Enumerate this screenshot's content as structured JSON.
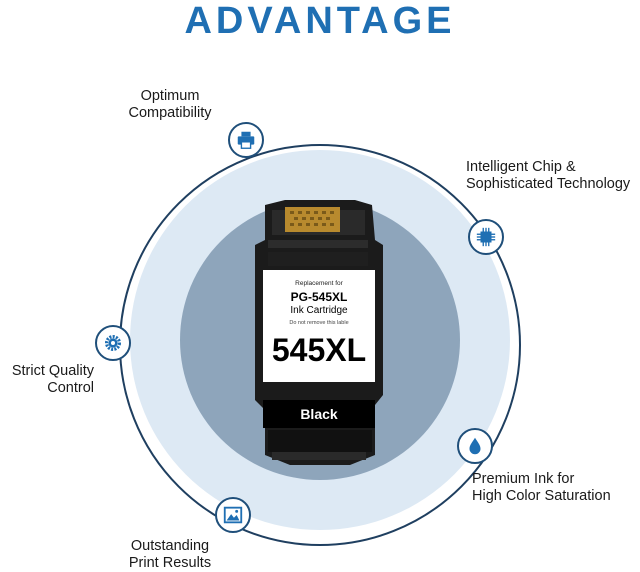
{
  "header": {
    "title": "ADVANTAGE"
  },
  "features": {
    "compatibility": {
      "line1": "Optimum",
      "line2": "Compatibility",
      "icon": "printer-icon"
    },
    "chip": {
      "line1": "Intelligent Chip &",
      "line2": "Sophisticated Technology",
      "icon": "chip-icon"
    },
    "quality": {
      "line1": "Strict Quality",
      "line2": "Control",
      "icon": "gear-icon"
    },
    "ink": {
      "line1": "Premium Ink for",
      "line2": "High Color Saturation",
      "icon": "ink-drop-icon"
    },
    "print": {
      "line1": "Outstanding",
      "line2": "Print Results",
      "icon": "image-icon"
    }
  },
  "cartridge": {
    "replacement": "Replacement for",
    "model": "PG-545XL",
    "type": "Ink Cartridge",
    "note": "Do not remove this lable",
    "big_label": "545XL",
    "color": "Black"
  },
  "colors": {
    "accent": "#1f6fb3",
    "ring": "#1f4f7a",
    "halo": "#dbe8f4",
    "disc": "#8aa1b8"
  }
}
